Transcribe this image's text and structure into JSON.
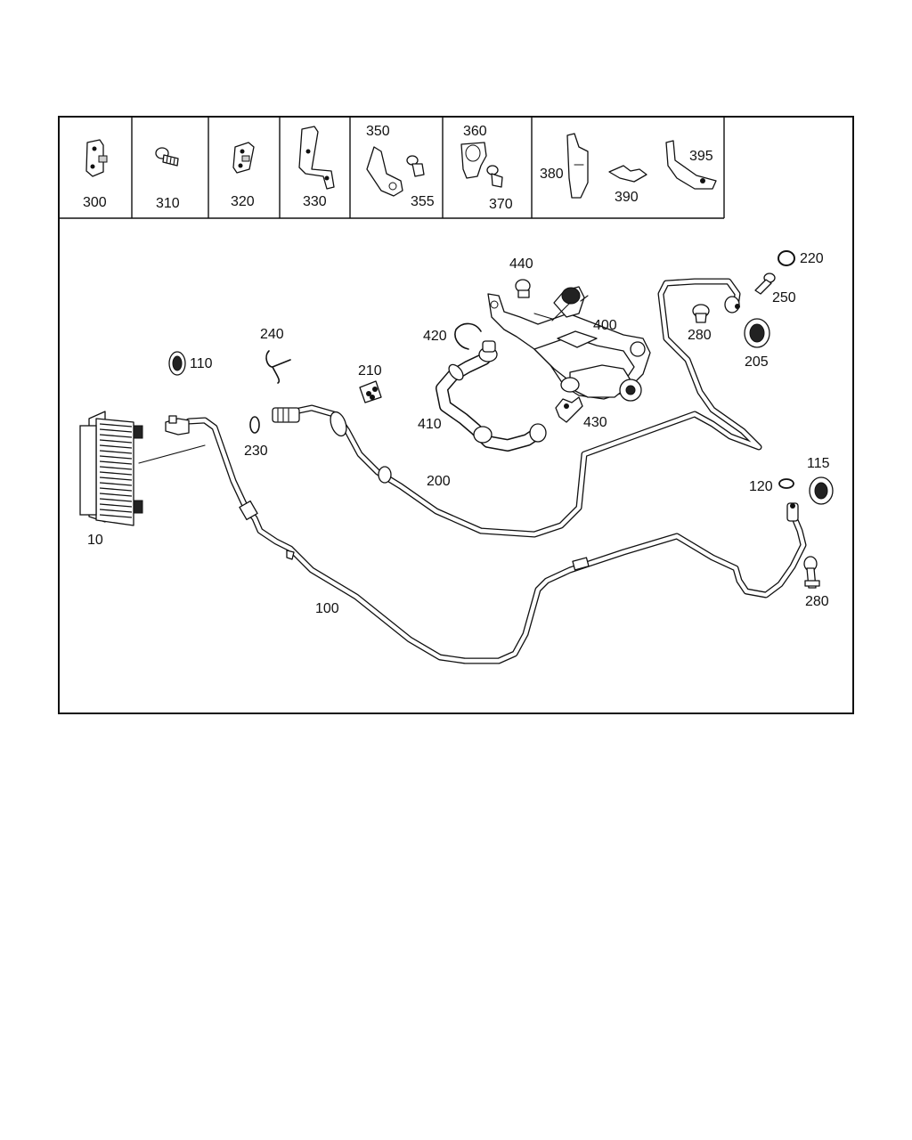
{
  "diagram": {
    "part_callouts": {
      "p300": "300",
      "p310": "310",
      "p320": "320",
      "p330": "330",
      "p350": "350",
      "p355": "355",
      "p360": "360",
      "p370": "370",
      "p380": "380",
      "p390": "390",
      "p395": "395",
      "p440": "440",
      "p400": "400",
      "p420": "420",
      "p410": "410",
      "p430": "430",
      "p220": "220",
      "p250": "250",
      "p280a": "280",
      "p205": "205",
      "p240": "240",
      "p110": "110",
      "p210": "210",
      "p230": "230",
      "p200": "200",
      "p10": "10",
      "p100": "100",
      "p115": "115",
      "p120": "120",
      "p280b": "280"
    }
  }
}
